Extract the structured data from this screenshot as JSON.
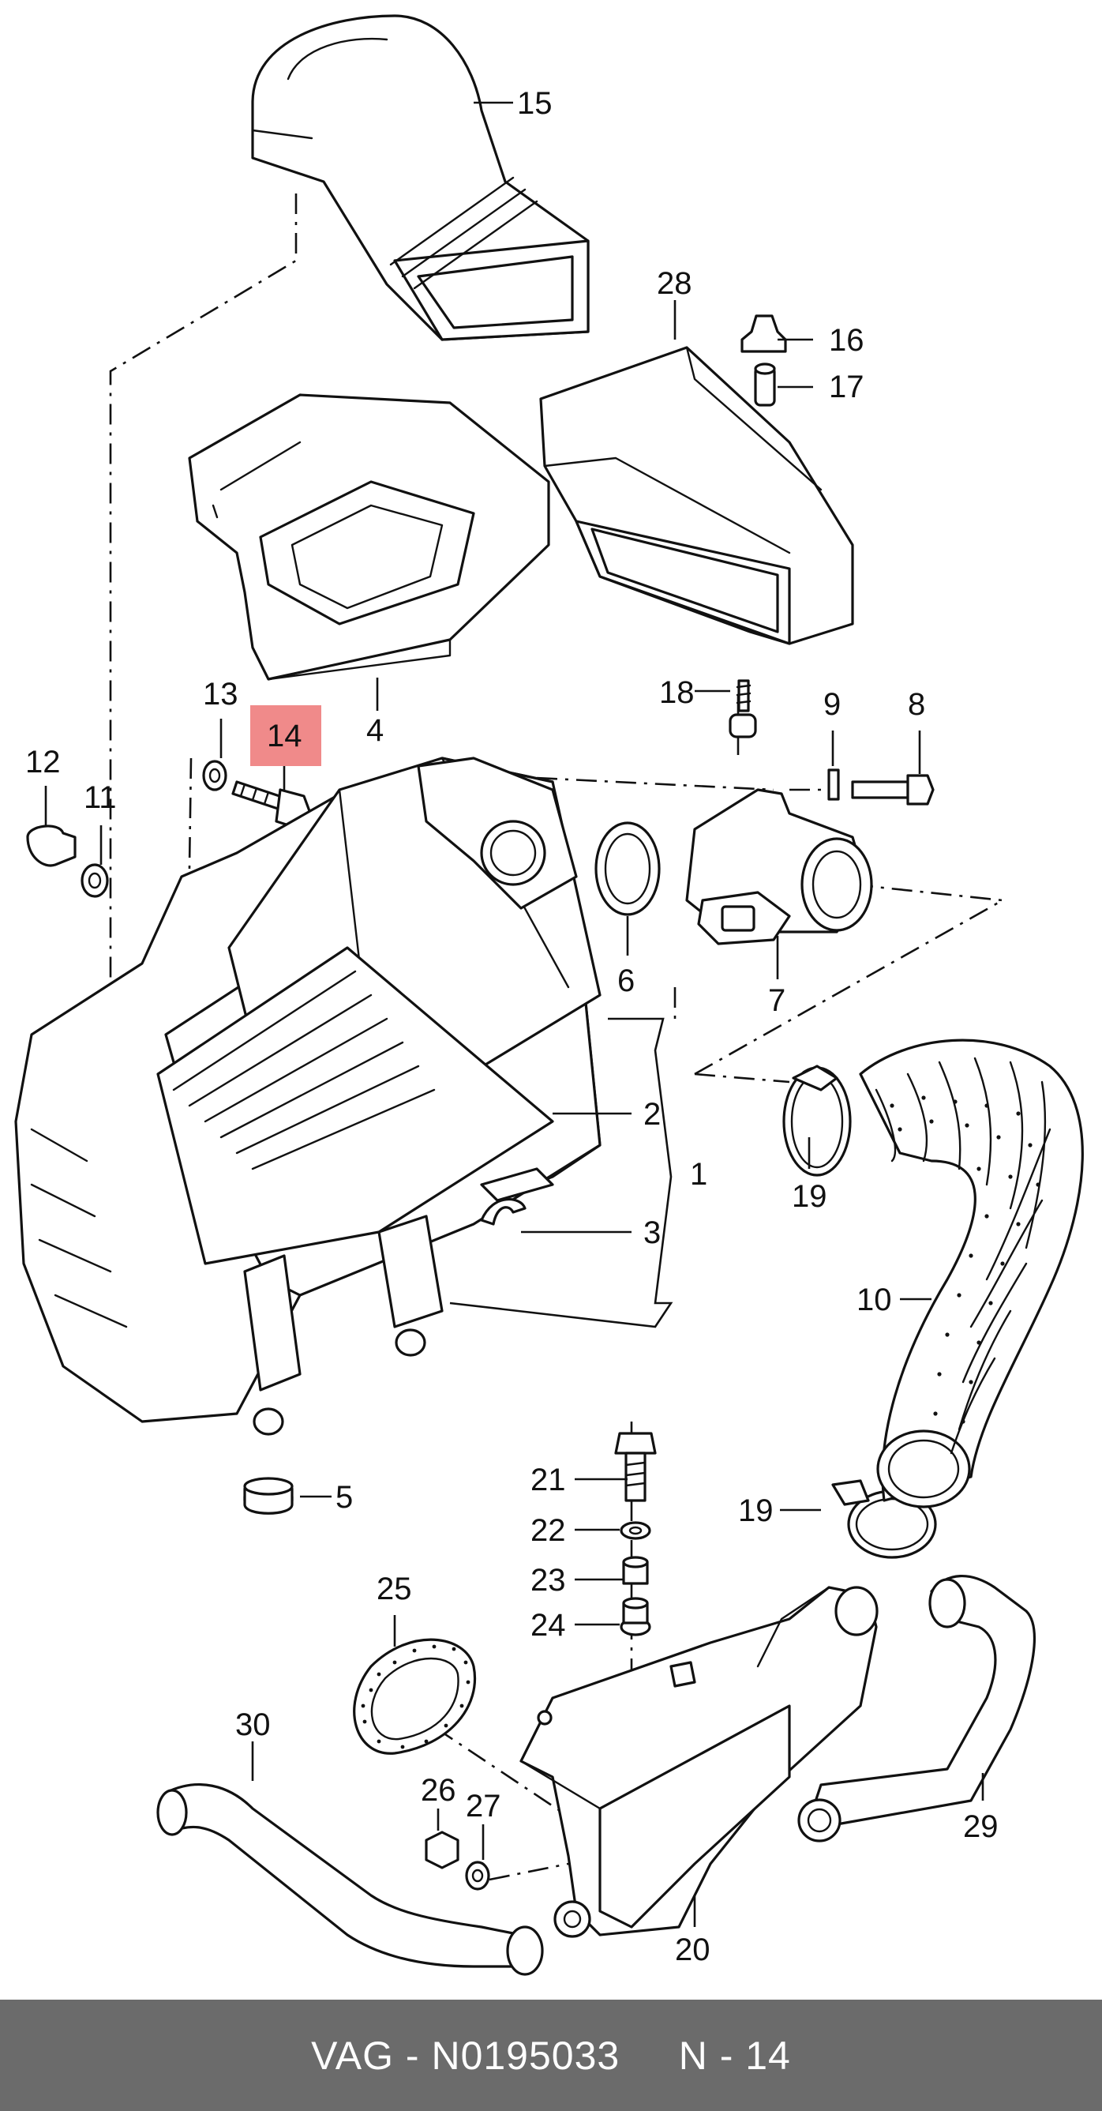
{
  "diagram": {
    "labels": [
      {
        "id": "15",
        "text": "15"
      },
      {
        "id": "28",
        "text": "28"
      },
      {
        "id": "16",
        "text": "16"
      },
      {
        "id": "17",
        "text": "17"
      },
      {
        "id": "18",
        "text": "18"
      },
      {
        "id": "4",
        "text": "4"
      },
      {
        "id": "13",
        "text": "13"
      },
      {
        "id": "14",
        "text": "14"
      },
      {
        "id": "9",
        "text": "9"
      },
      {
        "id": "8",
        "text": "8"
      },
      {
        "id": "12",
        "text": "12"
      },
      {
        "id": "11",
        "text": "11"
      },
      {
        "id": "6",
        "text": "6"
      },
      {
        "id": "7",
        "text": "7"
      },
      {
        "id": "2",
        "text": "2"
      },
      {
        "id": "1",
        "text": "1"
      },
      {
        "id": "3",
        "text": "3"
      },
      {
        "id": "19a",
        "text": "19"
      },
      {
        "id": "10",
        "text": "10"
      },
      {
        "id": "5",
        "text": "5"
      },
      {
        "id": "21",
        "text": "21"
      },
      {
        "id": "22",
        "text": "22"
      },
      {
        "id": "23",
        "text": "23"
      },
      {
        "id": "24",
        "text": "24"
      },
      {
        "id": "19b",
        "text": "19"
      },
      {
        "id": "25",
        "text": "25"
      },
      {
        "id": "30",
        "text": "30"
      },
      {
        "id": "26",
        "text": "26"
      },
      {
        "id": "27",
        "text": "27"
      },
      {
        "id": "29",
        "text": "29"
      },
      {
        "id": "20",
        "text": "20"
      }
    ],
    "highlight": {
      "part": "14",
      "color": "#f08a8a"
    }
  },
  "footer": {
    "brand": "VAG - N0195033",
    "ref": "N - 14"
  }
}
